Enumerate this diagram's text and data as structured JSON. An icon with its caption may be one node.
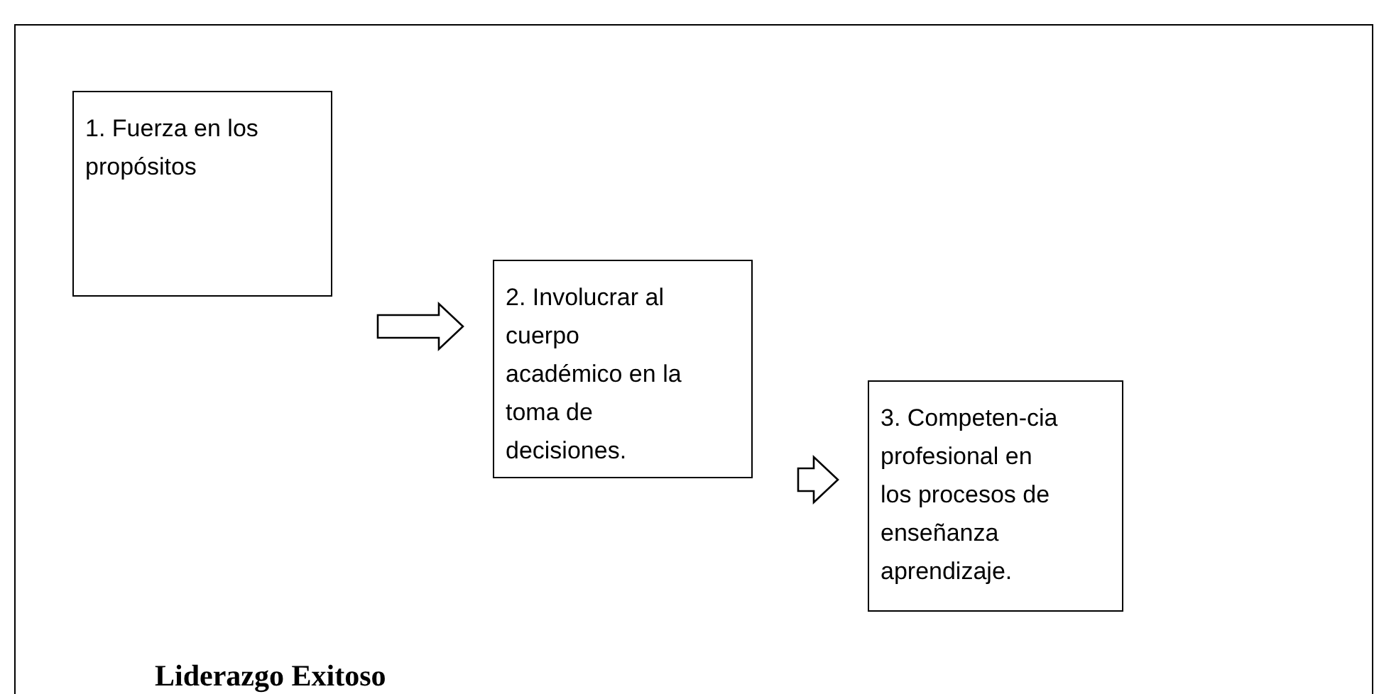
{
  "diagram": {
    "nodes": [
      {
        "text": [
          "Liderazgo Exitoso"
        ]
      },
      {
        "text": [
          "1. Fuerza en los propósitos"
        ],
        "in": 0
      },
      {
        "text": [
          "2. Involucrar al cuerpo académico en la toma de decisiones."
        ],
        "in": 0
      },
      {
        "text": [
          "3. Competen-cia profesional en los procesos de enseñanza aprendizaje."
        ],
        "in": 0
      }
    ],
    "edges": [
      {
        "from": 1,
        "to": 2,
        "arrow": "to"
      },
      {
        "from": 2,
        "to": 3,
        "arrow": "to"
      }
    ]
  }
}
